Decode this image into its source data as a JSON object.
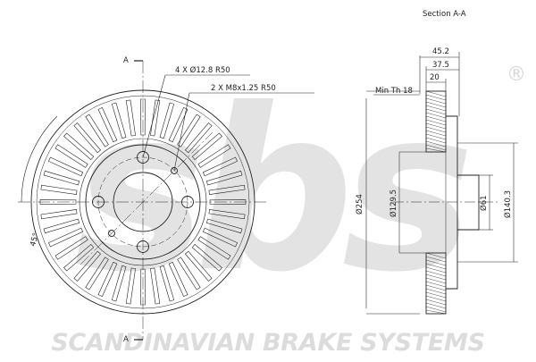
{
  "watermark": {
    "logo_text": "sbs",
    "registered_mark": "®",
    "tagline": "SCANDINAVIAN BRAKE SYSTEMS",
    "logo_color": "#e3e3e3"
  },
  "front_view": {
    "section_mark_top": "A",
    "section_mark_bottom": "A",
    "holes_label": "4 X Ø12.8 R50",
    "threads_label": "2 X M8x1.25 R50",
    "angle_label": "45°"
  },
  "section_view": {
    "title": "Section A-A",
    "dim_total_width": "45.2",
    "dim_width_2": "37.5",
    "dim_width_3": "20",
    "min_thickness": "Min Th 18",
    "dia_outer": "Ø254",
    "dia_hub_face": "Ø129.5",
    "dia_center_bore": "Ø61",
    "dia_hub_outer": "Ø140.3"
  },
  "colors": {
    "line": "#222222",
    "watermark": "#e3e3e3"
  }
}
